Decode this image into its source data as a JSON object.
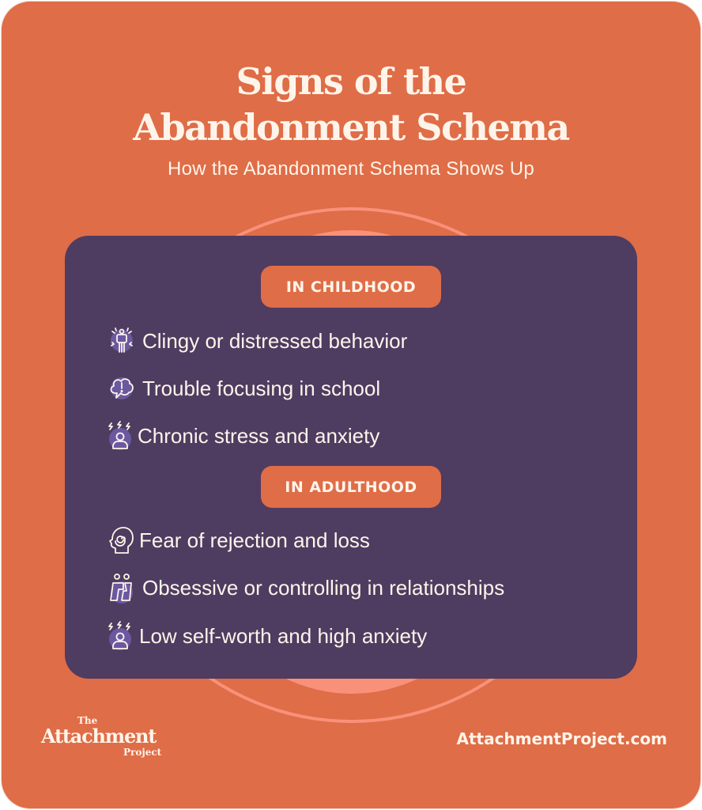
{
  "header": {
    "title_line1": "Signs of the",
    "title_line2": "Abandonment Schema",
    "subtitle": "How the Abandonment Schema Shows Up"
  },
  "sections": [
    {
      "label": "IN CHILDHOOD",
      "items": [
        {
          "icon": "distressed-person-icon",
          "text": "Clingy or distressed behavior"
        },
        {
          "icon": "thought-bubble-exclamation-icon",
          "text": "Trouble focusing in school"
        },
        {
          "icon": "stressed-person-icon",
          "text": "Chronic stress and anxiety"
        }
      ]
    },
    {
      "label": "IN ADULTHOOD",
      "items": [
        {
          "icon": "spiral-head-icon",
          "text": "Fear of rejection and loss"
        },
        {
          "icon": "couple-icon",
          "text": "Obsessive or controlling in relationships"
        },
        {
          "icon": "stressed-person-icon",
          "text": "Low self-worth and high anxiety"
        }
      ]
    }
  ],
  "footer": {
    "logo_the": "The",
    "logo_main": "Attachment",
    "logo_project": "Project",
    "website": "AttachmentProject.com"
  },
  "colors": {
    "background": "#DF6D47",
    "card": "#4F3C61",
    "accent_ring": "#F9917A",
    "text": "#FFF4EA",
    "icon_blob": "#6A59A0"
  }
}
